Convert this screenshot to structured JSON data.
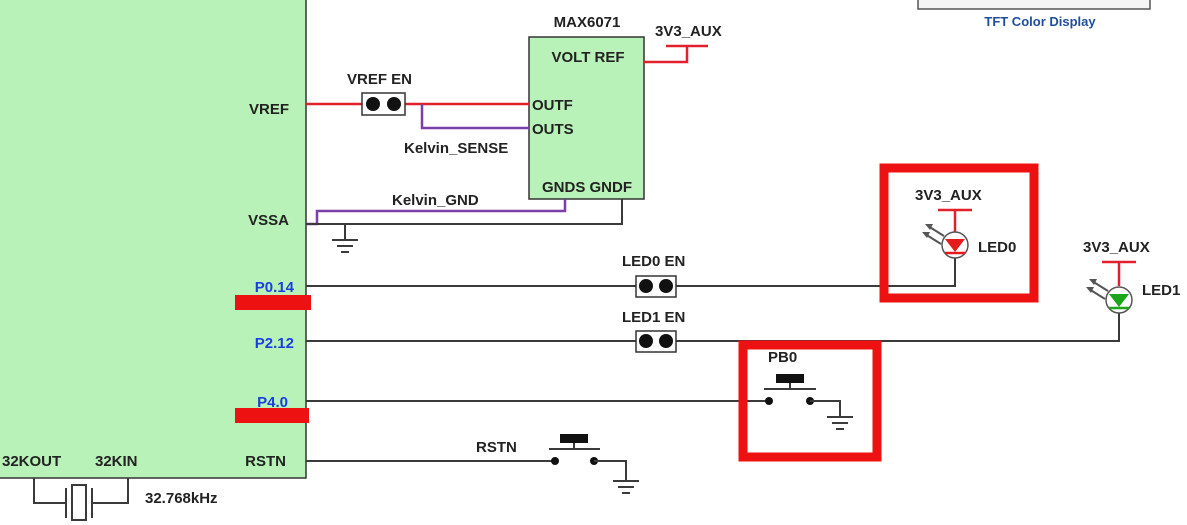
{
  "colors": {
    "mcu_fill": "#b8f2b8",
    "wire_black": "#3a3a3a",
    "wire_red": "#e0202a",
    "wire_purple": "#7a3fa8",
    "pin_blue": "#1a3fe0",
    "highlight": "#ee1111",
    "led_red": "#e51a1a",
    "led_green": "#1aa51a",
    "display_caption": "#1f4e9c"
  },
  "display": {
    "caption": "TFT Color Display"
  },
  "mcu": {
    "pins": {
      "vref": "VREF",
      "vssa": "VSSA",
      "p014": "P0.14",
      "p212": "P2.12",
      "p40": "P4.0",
      "rstn": "RSTN",
      "k32out": "32KOUT",
      "k32in": "32KIN"
    }
  },
  "crystal": {
    "freq": "32.768kHz"
  },
  "vref_chip": {
    "name": "MAX6071",
    "volt_ref": "VOLT REF",
    "outf": "OUTF",
    "outs": "OUTS",
    "gnd_pins": "GNDS GNDF"
  },
  "power": {
    "aux1": "3V3_AUX",
    "aux2": "3V3_AUX",
    "aux3": "3V3_AUX"
  },
  "nets": {
    "kelvin_sense": "Kelvin_SENSE",
    "kelvin_gnd": "Kelvin_GND"
  },
  "jumpers": {
    "vref_en": "VREF EN",
    "led0_en": "LED0 EN",
    "led1_en": "LED1 EN"
  },
  "leds": {
    "led0": "LED0",
    "led1": "LED1"
  },
  "buttons": {
    "pb0": "PB0",
    "rstn": "RSTN"
  }
}
